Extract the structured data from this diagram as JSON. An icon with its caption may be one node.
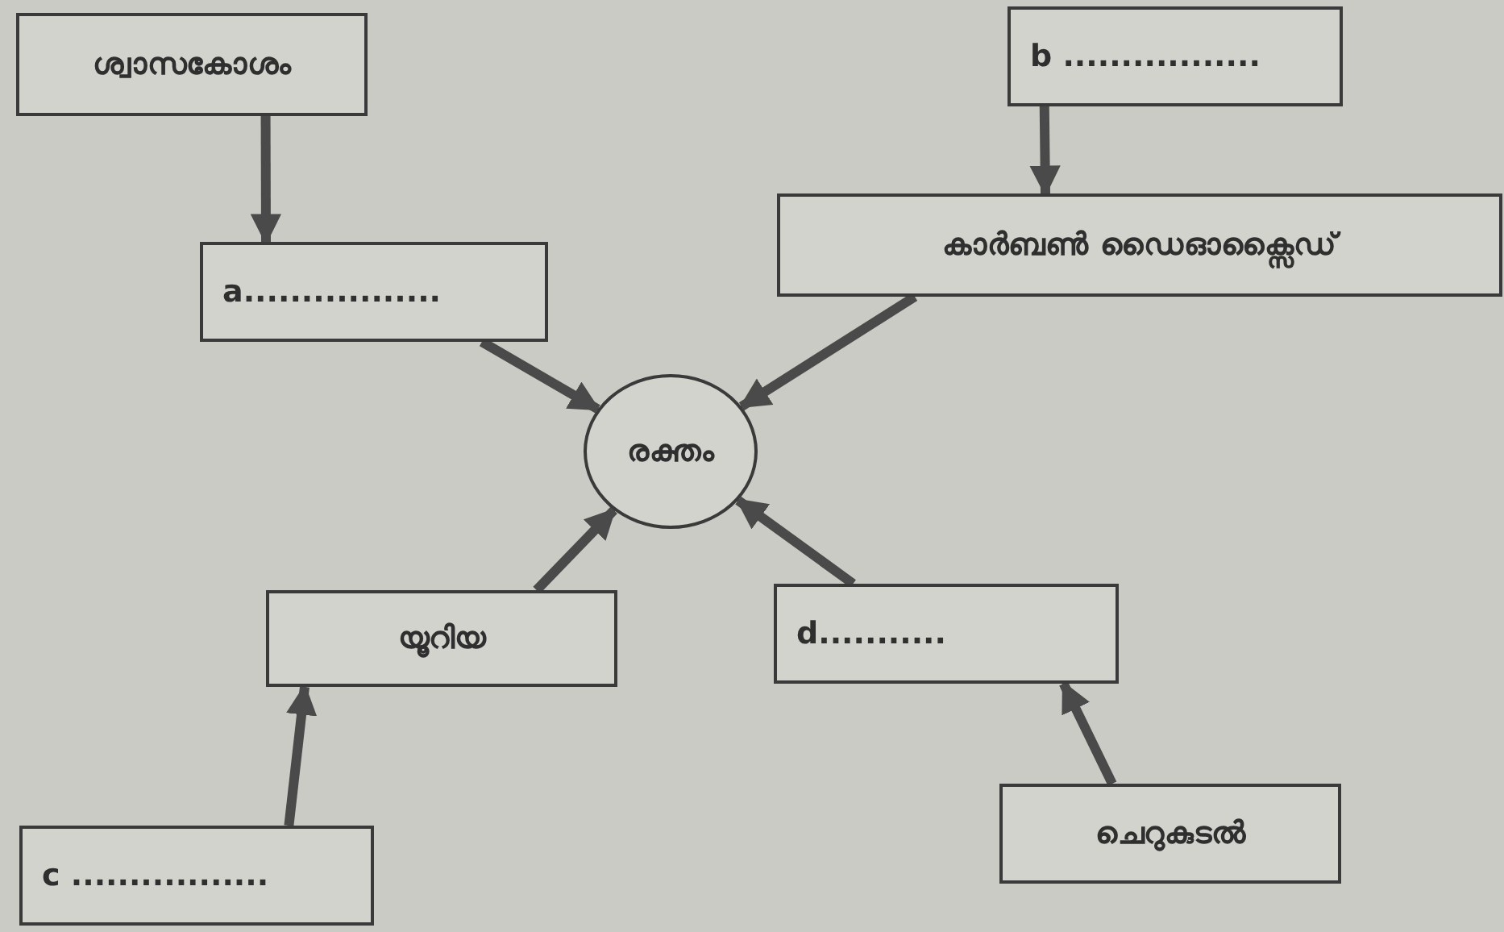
{
  "diagram": {
    "nodes": [
      {
        "text": [
          "ശ്വാസകോശം"
        ]
      },
      {
        "text": [
          "a................."
        ]
      },
      {
        "text": [
          "b ................."
        ]
      },
      {
        "text": [
          "കാർബൺ ഡൈഓക്സൈഡ്"
        ]
      },
      {
        "text": [
          "രക്തം"
        ]
      },
      {
        "text": [
          "യൂറിയ"
        ]
      },
      {
        "text": [
          "d..........."
        ]
      },
      {
        "text": [
          "c ................."
        ]
      },
      {
        "text": [
          "ചെറുകുടൽ"
        ]
      }
    ],
    "edges": [
      {
        "from": 0,
        "to": 1,
        "arrow": "to"
      },
      {
        "from": 2,
        "to": 3,
        "arrow": "to"
      },
      {
        "from": 1,
        "to": 4,
        "arrow": "to"
      },
      {
        "from": 3,
        "to": 4,
        "arrow": "to"
      },
      {
        "from": 5,
        "to": 4,
        "arrow": "to"
      },
      {
        "from": 6,
        "to": 4,
        "arrow": "to"
      },
      {
        "from": 7,
        "to": 5,
        "arrow": "to"
      },
      {
        "from": 8,
        "to": 6,
        "arrow": "to"
      }
    ]
  }
}
